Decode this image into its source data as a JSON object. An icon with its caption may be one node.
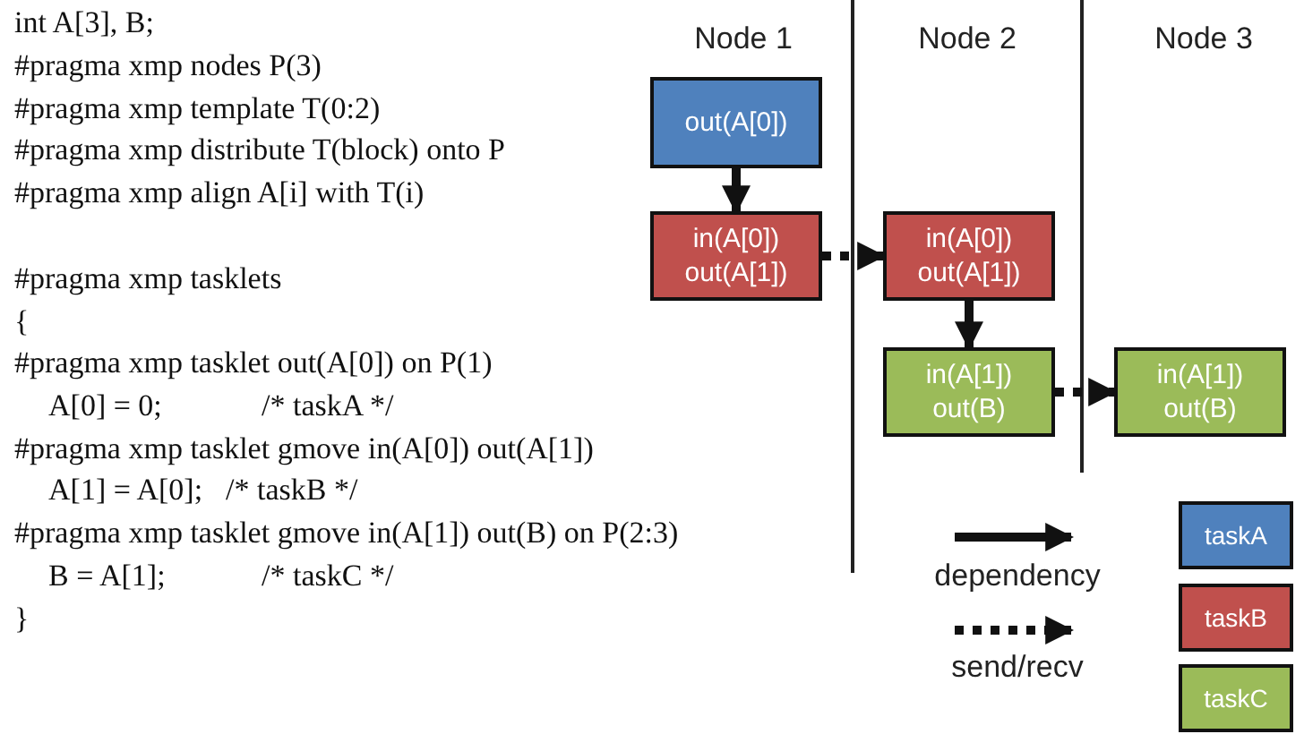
{
  "diagram": {
    "nodes": [
      {
        "text": [
          "out(A[0])"
        ]
      },
      {
        "text": [
          "in(A[0]) out(A[1])"
        ]
      },
      {
        "text": [
          "in(A[0]) out(A[1])"
        ]
      },
      {
        "text": [
          "in(A[1]) out(B)"
        ]
      },
      {
        "text": [
          "in(A[1]) out(B)"
        ]
      }
    ],
    "edges": [
      {
        "from": 0,
        "to": 1,
        "arrow": "to"
      },
      {
        "from": 1,
        "to": 2,
        "arrow": "to",
        "style": "dashed"
      },
      {
        "from": 2,
        "to": 3,
        "arrow": "to"
      },
      {
        "from": 3,
        "to": 4,
        "arrow": "to",
        "style": "dashed"
      }
    ],
    "labels": [
      "int A[3], B;",
      "#pragma xmp nodes P(3)",
      "#pragma xmp template T(0:2)",
      "#pragma xmp distribute T(block) onto P",
      "#pragma xmp align A[i] with T(i)",
      "#pragma xmp tasklets",
      "{",
      "#pragma xmp tasklet out(A[0]) on P(1)",
      "A[0] = 0;",
      "/* taskA */",
      "#pragma xmp tasklet gmove in(A[0]) out(A[1])",
      "A[1] = A[0];",
      "/* taskB */",
      "#pragma xmp tasklet gmove in(A[1]) out(B) on P(2:3)",
      "B = A[1];",
      "/* taskC */",
      "}",
      "Node 1",
      "Node 2",
      "Node 3"
    ],
    "legend": [
      {
        "text": "dependency"
      },
      {
        "text": "send/recv"
      },
      {
        "text": "taskA",
        "color": "#4f81bd"
      },
      {
        "text": "taskB",
        "color": "#c0504d"
      },
      {
        "text": "taskC",
        "color": "#9bbb59"
      }
    ]
  }
}
